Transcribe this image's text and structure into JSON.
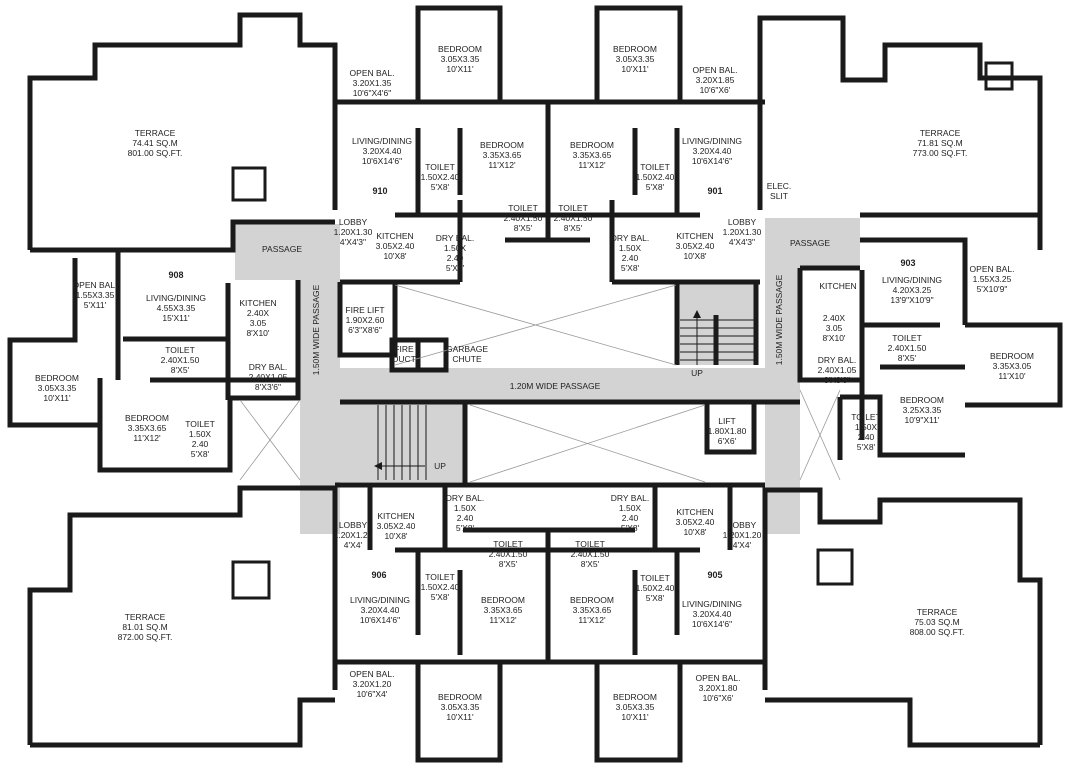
{
  "colors": {
    "wall": "#1a1a1a",
    "passage": "#d3d3d3",
    "text": "#222222"
  },
  "terraces": {
    "tl": {
      "name": "TERRACE",
      "lines": [
        "74.41 SQ.M",
        "801.00 SQ.FT."
      ]
    },
    "tr": {
      "name": "TERRACE",
      "lines": [
        "71.81 SQ.M",
        "773.00 SQ.FT."
      ]
    },
    "bl": {
      "name": "TERRACE",
      "lines": [
        "81.01 SQ.M",
        "872.00 SQ.FT."
      ]
    },
    "br": {
      "name": "TERRACE",
      "lines": [
        "75.03 SQ.M",
        "808.00 SQ.FT."
      ]
    }
  },
  "common": {
    "passage_left": {
      "name": "PASSAGE",
      "lines": []
    },
    "passage_right": {
      "name": "PASSAGE",
      "lines": []
    },
    "wide_passage_left": "1.50M WIDE PASSAGE",
    "wide_passage_right": "1.50M WIDE PASSAGE",
    "wide_passage_center": {
      "name": "1.20M WIDE PASSAGE",
      "lines": []
    },
    "fire_lift": {
      "name": "FIRE LIFT",
      "lines": [
        "1.90X2.60",
        "6'3\"X8'6\""
      ]
    },
    "fire_duct": {
      "name": "FIRE",
      "lines": [
        "DUCT"
      ]
    },
    "garbage_chute": {
      "name": "GARBAGE",
      "lines": [
        "CHUTE"
      ]
    },
    "lift": {
      "name": "LIFT",
      "lines": [
        "1.80X1.80",
        "6'X6'"
      ]
    },
    "stair_up_top": {
      "name": "UP",
      "lines": []
    },
    "stair_up_bottom": {
      "name": "UP",
      "lines": []
    },
    "elec_slit": {
      "name": "ELEC.",
      "lines": [
        "SLIT"
      ]
    }
  },
  "units": {
    "u910": {
      "number": "910",
      "rooms": [
        {
          "name": "OPEN BAL.",
          "lines": [
            "3.20X1.35",
            "10'6\"X4'6\""
          ]
        },
        {
          "name": "BEDROOM",
          "lines": [
            "3.05X3.35",
            "10'X11'"
          ]
        },
        {
          "name": "LIVING/DINING",
          "lines": [
            "3.20X4.40",
            "10'6X14'6\""
          ]
        },
        {
          "name": "TOILET",
          "lines": [
            "1.50X2.40",
            "5'X8'"
          ]
        },
        {
          "name": "BEDROOM",
          "lines": [
            "3.35X3.65",
            "11'X12'"
          ]
        },
        {
          "name": "TOILET",
          "lines": [
            "2.40X1.50",
            "8'X5'"
          ]
        },
        {
          "name": "DRY BAL.",
          "lines": [
            "1.50X",
            "2.40",
            "5'X8'"
          ]
        },
        {
          "name": "KITCHEN",
          "lines": [
            "3.05X2.40",
            "10'X8'"
          ]
        },
        {
          "name": "LOBBY",
          "lines": [
            "1.20X1.30",
            "4'X4'3\""
          ]
        }
      ]
    },
    "u901": {
      "number": "901",
      "rooms": [
        {
          "name": "BEDROOM",
          "lines": [
            "3.05X3.35",
            "10'X11'"
          ]
        },
        {
          "name": "OPEN BAL.",
          "lines": [
            "3.20X1.85",
            "10'6\"X6'"
          ]
        },
        {
          "name": "BEDROOM",
          "lines": [
            "3.35X3.65",
            "11'X12'"
          ]
        },
        {
          "name": "LIVING/DINING",
          "lines": [
            "3.20X4.40",
            "10'6X14'6\""
          ]
        },
        {
          "name": "TOILET",
          "lines": [
            "1.50X2.40",
            "5'X8'"
          ]
        },
        {
          "name": "TOILET",
          "lines": [
            "2.40X1.50",
            "8'X5'"
          ]
        },
        {
          "name": "DRY BAL.",
          "lines": [
            "1.50X",
            "2.40",
            "5'X8'"
          ]
        },
        {
          "name": "KITCHEN",
          "lines": [
            "3.05X2.40",
            "10'X8'"
          ]
        },
        {
          "name": "LOBBY",
          "lines": [
            "1.20X1.30",
            "4'X4'3\""
          ]
        }
      ]
    },
    "u908": {
      "number": "908",
      "rooms": [
        {
          "name": "LIVING/DINING",
          "lines": [
            "4.55X3.35",
            "15'X11'"
          ]
        },
        {
          "name": "OPEN BAL.",
          "lines": [
            "1.55X3.35",
            "5'X11'"
          ]
        },
        {
          "name": "KITCHEN",
          "lines": [
            "2.40X",
            "3.05",
            "8'X10'"
          ]
        },
        {
          "name": "TOILET",
          "lines": [
            "2.40X1.50",
            "8'X5'"
          ]
        },
        {
          "name": "DRY BAL.",
          "lines": [
            "2.40X1.05",
            "8'X3'6\""
          ]
        },
        {
          "name": "BEDROOM",
          "lines": [
            "3.05X3.35",
            "10'X11'"
          ]
        },
        {
          "name": "BEDROOM",
          "lines": [
            "3.35X3.65",
            "11'X12'"
          ]
        },
        {
          "name": "TOILET",
          "lines": [
            "1.50X",
            "2.40",
            "5'X8'"
          ]
        }
      ]
    },
    "u903": {
      "number": "903",
      "rooms": [
        {
          "name": "LIVING/DINING",
          "lines": [
            "4.20X3.25",
            "13'9\"X10'9\""
          ]
        },
        {
          "name": "OPEN BAL.",
          "lines": [
            "1.55X3.25",
            "5'X10'9\""
          ]
        },
        {
          "name": "KITCHEN",
          "lines": []
        },
        {
          "name": "2.40X",
          "lines": [
            "3.05",
            "8'X10'"
          ]
        },
        {
          "name": "TOILET",
          "lines": [
            "2.40X1.50",
            "8'X5'"
          ]
        },
        {
          "name": "DRY BAL.",
          "lines": [
            "2.40X1.05",
            "8'X3'6\""
          ]
        },
        {
          "name": "BEDROOM",
          "lines": [
            "3.35X3.05",
            "11'X10'"
          ]
        },
        {
          "name": "BEDROOM",
          "lines": [
            "3.25X3.35",
            "10'9\"X11'"
          ]
        },
        {
          "name": "TOILET",
          "lines": [
            "1.50X",
            "2.40",
            "5'X8'"
          ]
        }
      ]
    },
    "u906": {
      "number": "906",
      "rooms": [
        {
          "name": "KITCHEN",
          "lines": [
            "3.05X2.40",
            "10'X8'"
          ]
        },
        {
          "name": "DRY BAL.",
          "lines": [
            "1.50X",
            "2.40",
            "5'X8'"
          ]
        },
        {
          "name": "LOBBY",
          "lines": [
            "1.20X1.20",
            "4'X4'"
          ]
        },
        {
          "name": "TOILET",
          "lines": [
            "2.40X1.50",
            "8'X5'"
          ]
        },
        {
          "name": "LIVING/DINING",
          "lines": [
            "3.20X4.40",
            "10'6X14'6\""
          ]
        },
        {
          "name": "TOILET",
          "lines": [
            "1.50X2.40",
            "5'X8'"
          ]
        },
        {
          "name": "BEDROOM",
          "lines": [
            "3.35X3.65",
            "11'X12'"
          ]
        },
        {
          "name": "OPEN BAL.",
          "lines": [
            "3.20X1.20",
            "10'6\"X4'"
          ]
        },
        {
          "name": "BEDROOM",
          "lines": [
            "3.05X3.35",
            "10'X11'"
          ]
        }
      ]
    },
    "u905": {
      "number": "905",
      "rooms": [
        {
          "name": "DRY BAL.",
          "lines": [
            "1.50X",
            "2.40",
            "5'X8'"
          ]
        },
        {
          "name": "KITCHEN",
          "lines": [
            "3.05X2.40",
            "10'X8'"
          ]
        },
        {
          "name": "LOBBY",
          "lines": [
            "1.20X1.20",
            "4'X4'"
          ]
        },
        {
          "name": "TOILET",
          "lines": [
            "2.40X1.50",
            "8'X5'"
          ]
        },
        {
          "name": "BEDROOM",
          "lines": [
            "3.35X3.65",
            "11'X12'"
          ]
        },
        {
          "name": "TOILET",
          "lines": [
            "1.50X2.40",
            "5'X8'"
          ]
        },
        {
          "name": "LIVING/DINING",
          "lines": [
            "3.20X4.40",
            "10'6X14'6\""
          ]
        },
        {
          "name": "OPEN BAL.",
          "lines": [
            "3.20X1.80",
            "10'6\"X6'"
          ]
        },
        {
          "name": "BEDROOM",
          "lines": [
            "3.05X3.35",
            "10'X11'"
          ]
        }
      ]
    }
  }
}
